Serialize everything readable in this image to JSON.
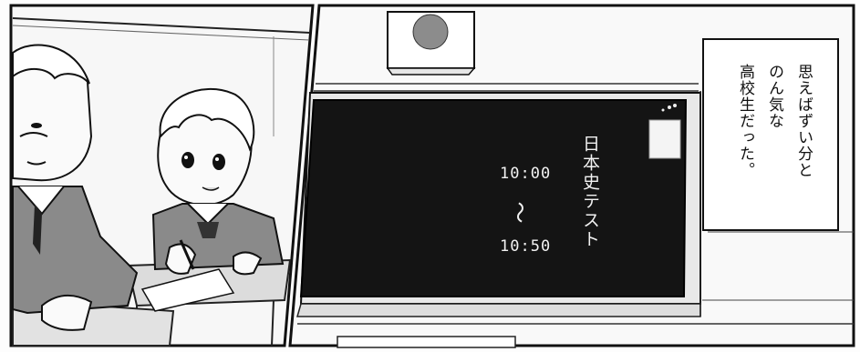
{
  "panel_right": {
    "chalkboard": {
      "title": "日本史テスト",
      "start_time": "10:00",
      "separator": "～",
      "end_time": "10:50"
    },
    "caption_lines": [
      "思えばずい分と",
      "のん気な",
      "高校生だった。"
    ]
  }
}
